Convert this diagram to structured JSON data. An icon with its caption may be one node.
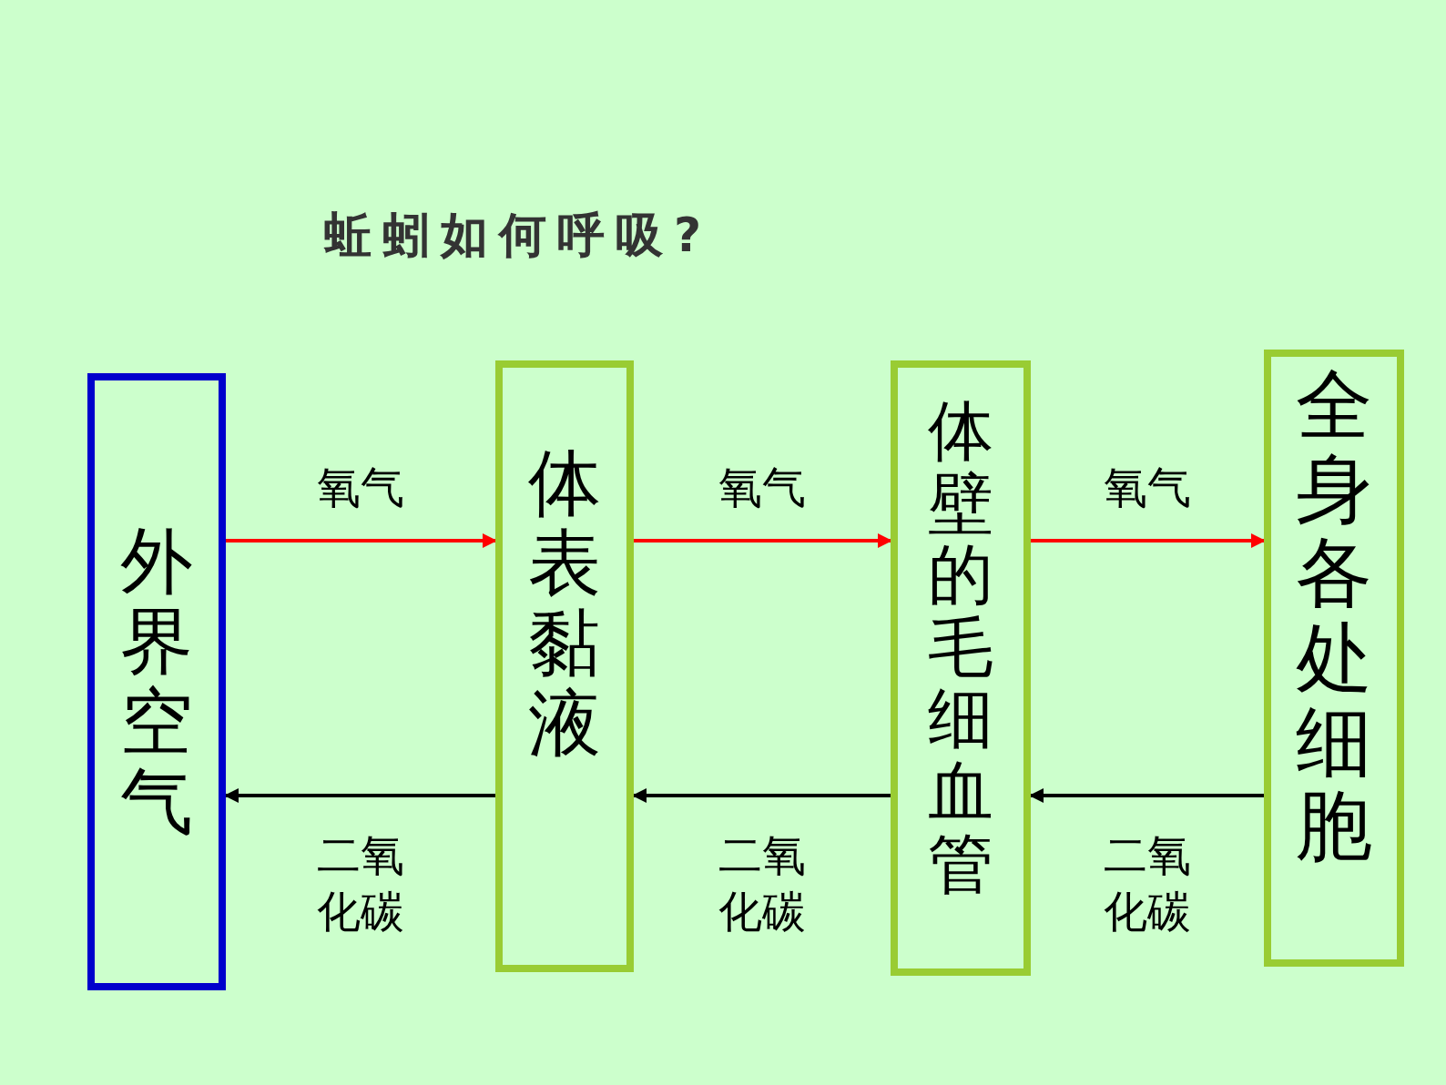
{
  "diagram": {
    "title": "蚯蚓如何呼吸?",
    "nodes": [
      {
        "text": [
          "外界空气"
        ]
      },
      {
        "text": [
          "体表黏液"
        ]
      },
      {
        "text": [
          "体壁的毛细血管"
        ]
      },
      {
        "text": [
          "全身各处细胞"
        ]
      }
    ],
    "edges": [
      {
        "from": 0,
        "to": 1,
        "arrow": "to",
        "label": "氧气",
        "color": "#ff0000"
      },
      {
        "from": 1,
        "to": 2,
        "arrow": "to",
        "label": "氧气",
        "color": "#ff0000"
      },
      {
        "from": 2,
        "to": 3,
        "arrow": "to",
        "label": "氧气",
        "color": "#ff0000"
      },
      {
        "from": 1,
        "to": 0,
        "arrow": "to",
        "label": "二氧化碳",
        "color": "#000000"
      },
      {
        "from": 2,
        "to": 1,
        "arrow": "to",
        "label": "二氧化碳",
        "color": "#000000"
      },
      {
        "from": 3,
        "to": 2,
        "arrow": "to",
        "label": "二氧化碳",
        "color": "#000000"
      }
    ]
  }
}
